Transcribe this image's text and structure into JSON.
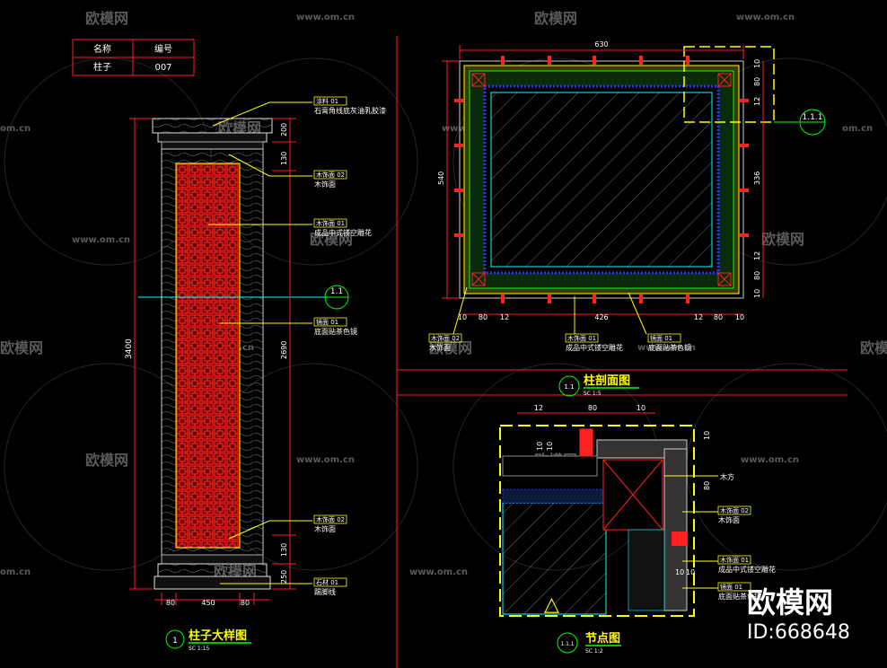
{
  "title_block": {
    "header_name": "名称",
    "header_code": "编号",
    "name": "柱子",
    "code": "007"
  },
  "watermarks": {
    "site": "www.om.cn",
    "site_short": "om.cn",
    "brand": "欧模网",
    "brand_big": "欧模网",
    "id": "ID:668648"
  },
  "column_elevation": {
    "title": "柱子大样图",
    "number": "1",
    "scale": "SC 1:15",
    "section_marker": "1.1",
    "dims_left": {
      "total": "3400"
    },
    "dims_right": {
      "d1": "200",
      "d2": "130",
      "d3": "2690",
      "d4": "130",
      "d5": "250"
    },
    "dims_bottom": {
      "b1": "80",
      "b2": "450",
      "b3": "80"
    },
    "callouts": [
      {
        "tag": "涂料 01",
        "desc": "石膏角线底灰油乳胶漆"
      },
      {
        "tag": "木饰面 02",
        "desc": "木饰面"
      },
      {
        "tag": "木饰面 01",
        "desc": "成品中式镂空雕花"
      },
      {
        "tag": "镜面 01",
        "desc": "底面贴茶色镜"
      },
      {
        "tag": "木饰面 02",
        "desc": "木饰面"
      },
      {
        "tag": "石材 01",
        "desc": "踢脚线"
      }
    ]
  },
  "column_section": {
    "title": "柱剖面图",
    "number": "1.1",
    "scale": "SC 1:5",
    "detail_marker": "1.1.1",
    "dim_top": "630",
    "dim_left": "540",
    "dims_right": {
      "r1": "10",
      "r2": "80",
      "r3": "12",
      "r4": "336",
      "r5": "12",
      "r6": "80",
      "r7": "10"
    },
    "dims_bottom": {
      "b1": "10",
      "b2": "80",
      "b3": "12",
      "b4": "426",
      "b5": "12",
      "b6": "80",
      "b7": "10"
    },
    "callouts": [
      {
        "tag": "木饰面 02",
        "desc": "木饰面"
      },
      {
        "tag": "木饰面 01",
        "desc": "成品中式镂空雕花"
      },
      {
        "tag": "镜面 01",
        "desc": "底面贴茶色镜"
      }
    ]
  },
  "node_detail": {
    "title": "节点图",
    "number": "1.1.1",
    "scale": "SC 1:2",
    "dims_top": {
      "t1": "12",
      "t2": "80",
      "t3": "10"
    },
    "dims_left": {
      "l1": "10",
      "l2": "10"
    },
    "dims_right": {
      "r1": "10",
      "r2": "80"
    },
    "dims_inner": {
      "i1": "10",
      "i2": "10"
    },
    "callouts": [
      {
        "tag": "",
        "desc": "木方"
      },
      {
        "tag": "木饰面 02",
        "desc": "木饰面"
      },
      {
        "tag": "木饰面 01",
        "desc": "成品中式镂空雕花"
      },
      {
        "tag": "镜面 01",
        "desc": "底面贴茶色镜"
      }
    ]
  },
  "colors": {
    "background": "#000000",
    "yellow": "#ffff00",
    "red": "#ff2020",
    "green": "#00ff00",
    "white": "#ffffff",
    "cyan": "#00ffff",
    "blue": "#3030ff"
  }
}
